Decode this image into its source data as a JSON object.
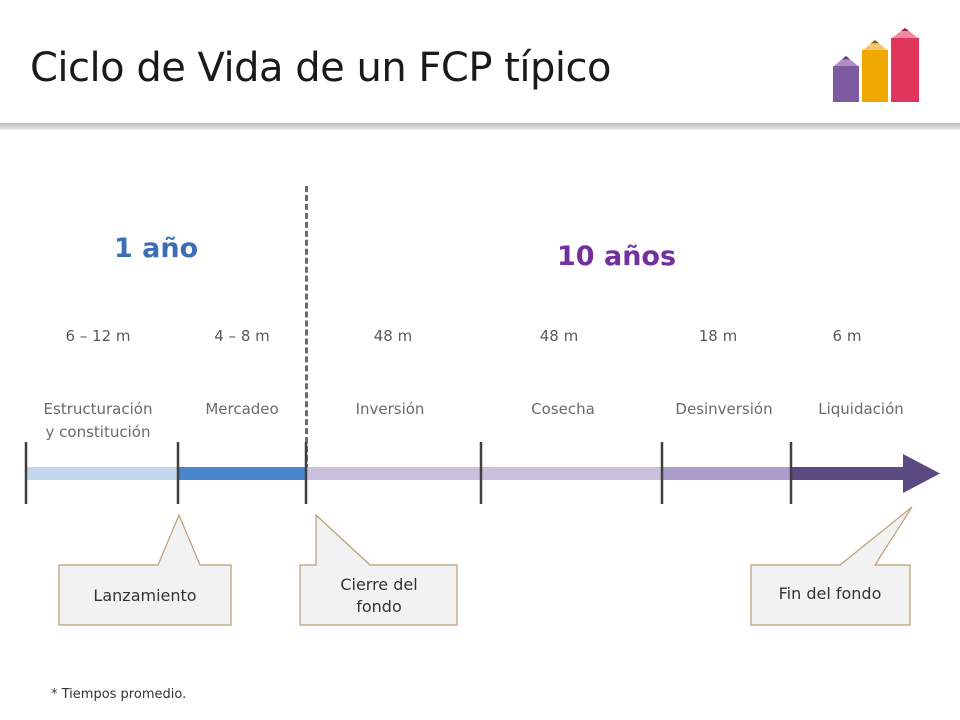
{
  "title": "Ciclo de Vida de un FCP típico",
  "periods": {
    "one_year": "1 año",
    "ten_years": "10 años"
  },
  "phases": [
    {
      "duration": "6 – 12 m",
      "name_line1": "Estructuración",
      "name_line2": "y constitución"
    },
    {
      "duration": "4 – 8 m",
      "name_line1": "Mercadeo",
      "name_line2": ""
    },
    {
      "duration": "48 m",
      "name_line1": "Inversión",
      "name_line2": ""
    },
    {
      "duration": "48 m",
      "name_line1": "Cosecha",
      "name_line2": ""
    },
    {
      "duration": "18 m",
      "name_line1": "Desinversión",
      "name_line2": ""
    },
    {
      "duration": "6 m",
      "name_line1": "Liquidación",
      "name_line2": ""
    }
  ],
  "milestones": {
    "launch": "Lanzamiento",
    "close_line1": "Cierre del",
    "close_line2": "fondo",
    "end": "Fin del fondo"
  },
  "footnote": "* Tiempos promedio.",
  "colors": {
    "one_year": "#3b6eb5",
    "ten_years": "#7030a0",
    "seg_structuring": "#c5d7ec",
    "seg_marketing": "#4a86cf",
    "seg_investment": "#c9c1dc",
    "seg_harvest": "#c9c1dc",
    "seg_divestment": "#ad9dca",
    "seg_liquidation": "#5b4a82"
  }
}
